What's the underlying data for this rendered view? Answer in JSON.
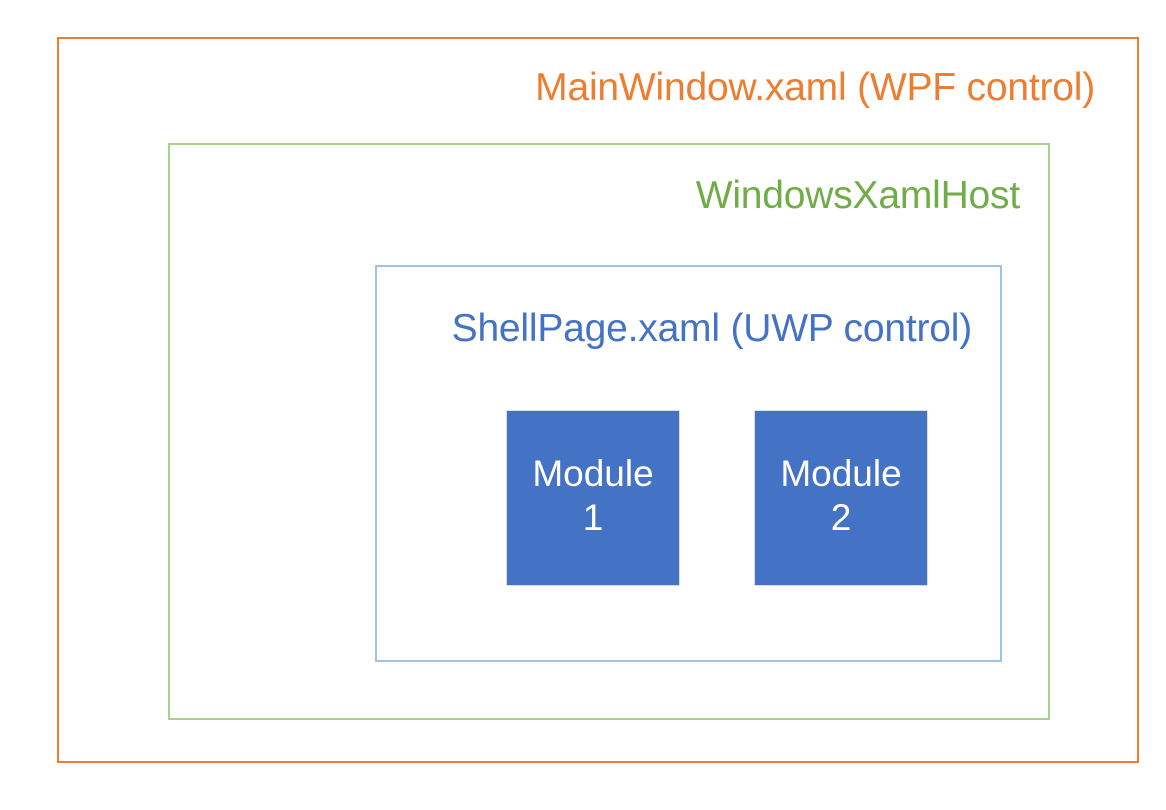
{
  "diagram": {
    "background_color": "#FFFFFF",
    "outer": {
      "title": "MainWindow.xaml (WPF control)",
      "border_color": "#ED7D31",
      "text_color": "#ED7D31"
    },
    "middle": {
      "title": "WindowsXamlHost",
      "border_color": "#A9D18E",
      "text_color": "#70AD47"
    },
    "inner": {
      "title": "ShellPage.xaml (UWP control)",
      "border_color": "#9DC3E6",
      "text_color": "#4472C4"
    },
    "modules": [
      {
        "label": "Module\n1",
        "fill_color": "#4472C4",
        "text_color": "#FFFFFF"
      },
      {
        "label": "Module\n2",
        "fill_color": "#4472C4",
        "text_color": "#FFFFFF"
      }
    ]
  }
}
